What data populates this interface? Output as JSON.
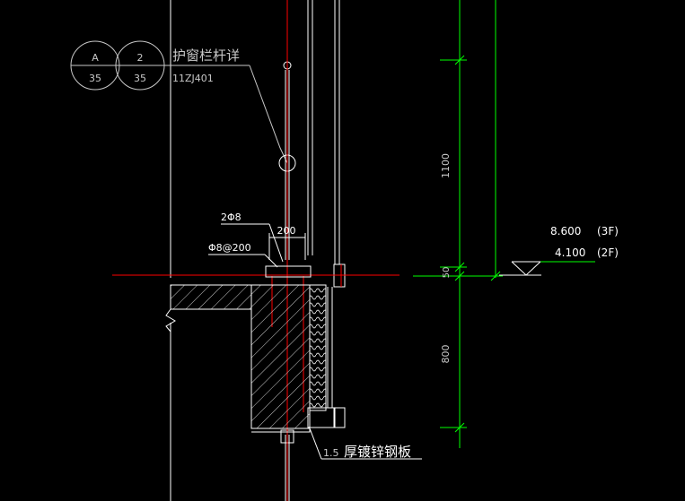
{
  "detail_ref": {
    "circle_left_top": "A",
    "circle_left_bottom": "35",
    "circle_right_top": "2",
    "circle_right_bottom": "35",
    "title": "护窗栏杆详",
    "atlas": "11ZJ401"
  },
  "rebar": {
    "main_bars": "2Φ8",
    "stirrups": "Φ8@200",
    "width": "200"
  },
  "dimensions": {
    "upper": "1100",
    "middle": "50",
    "lower": "800"
  },
  "elevations": [
    {
      "value": "8.600",
      "floor": "(3F)"
    },
    {
      "value": "4.100",
      "floor": "(2F)"
    }
  ],
  "plate_note": {
    "thickness": "1.5",
    "text": "厚镀锌钢板"
  },
  "colors": {
    "background": "#000000",
    "outline": "#ffffff",
    "leader": "#c8c8c8",
    "dimension": "#00ff00",
    "centerline": "#ff0000",
    "hatch": "#ffffff"
  }
}
